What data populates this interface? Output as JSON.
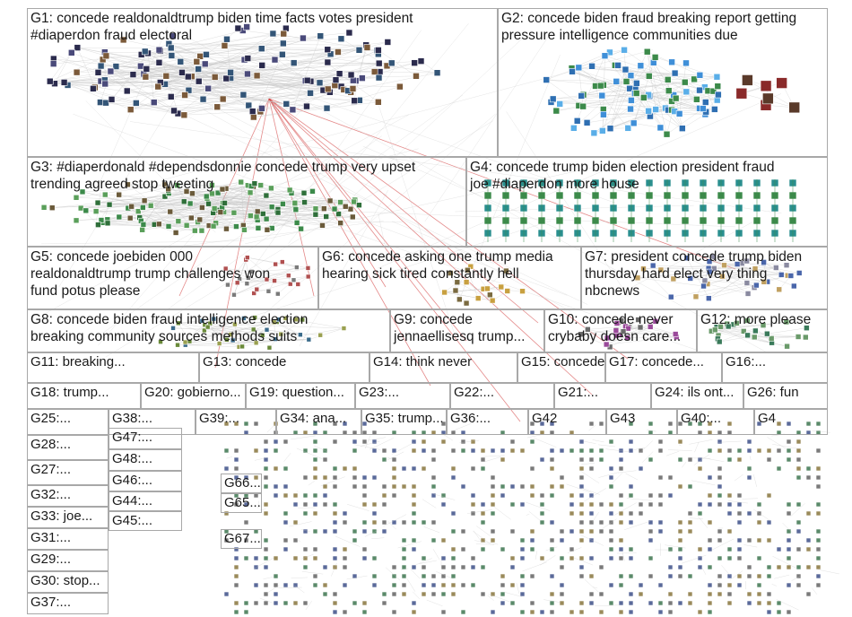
{
  "groups": [
    {
      "id": "G1",
      "lines": [
        "G1: concede realdonaldtrump biden time facts votes president",
        "#diaperdon fraud electoral"
      ]
    },
    {
      "id": "G2",
      "lines": [
        "G2: concede biden fraud breaking report getting",
        "pressure intelligence communities due"
      ]
    },
    {
      "id": "G3",
      "lines": [
        "G3: #diaperdonald #dependsdonnie concede trump very upset",
        "trending agreed stop tweeting"
      ]
    },
    {
      "id": "G4",
      "lines": [
        "G4: concede trump biden election president fraud",
        "joe #diaperdon more house"
      ]
    },
    {
      "id": "G5",
      "lines": [
        "G5: concede joebiden 000",
        "realdonaldtrump trump challenges won",
        "fund potus please"
      ]
    },
    {
      "id": "G6",
      "lines": [
        "G6: concede asking one trump media",
        "hearing sick tired constantly hell"
      ]
    },
    {
      "id": "G7",
      "lines": [
        "G7: president concede trump biden",
        "thursday hard elect very thing",
        "nbcnews"
      ]
    },
    {
      "id": "G8",
      "lines": [
        "G8: concede biden fraud intelligence election",
        "breaking community sources methods suits"
      ]
    },
    {
      "id": "G9",
      "lines": [
        "G9: concede",
        "jennaellisesq trump..."
      ]
    },
    {
      "id": "G10",
      "lines": [
        "G10: concede never",
        "crybaby doesn care..."
      ]
    },
    {
      "id": "G12",
      "lines": [
        "G12: more please"
      ]
    },
    {
      "id": "G11",
      "lines": [
        "G11: breaking..."
      ]
    },
    {
      "id": "G13",
      "lines": [
        "G13: concede"
      ]
    },
    {
      "id": "G14",
      "lines": [
        "G14: think never"
      ]
    },
    {
      "id": "G15",
      "lines": [
        "G15: concede..."
      ]
    },
    {
      "id": "G17",
      "lines": [
        "G17: concede..."
      ]
    },
    {
      "id": "G16",
      "lines": [
        "G16:..."
      ]
    },
    {
      "id": "G18",
      "lines": [
        "G18: trump..."
      ]
    },
    {
      "id": "G20",
      "lines": [
        "G20: gobierno..."
      ]
    },
    {
      "id": "G19",
      "lines": [
        "G19: question..."
      ]
    },
    {
      "id": "G23",
      "lines": [
        "G23:..."
      ]
    },
    {
      "id": "G22",
      "lines": [
        "G22:..."
      ]
    },
    {
      "id": "G21",
      "lines": [
        "G21:..."
      ]
    },
    {
      "id": "G24",
      "lines": [
        "G24: ils ont..."
      ]
    },
    {
      "id": "G26",
      "lines": [
        "G26: fun"
      ]
    },
    {
      "id": "G25",
      "lines": [
        "G25:..."
      ]
    },
    {
      "id": "G38",
      "lines": [
        "G38:..."
      ]
    },
    {
      "id": "G39",
      "lines": [
        "G39:..."
      ]
    },
    {
      "id": "G34",
      "lines": [
        "G34: ana..."
      ]
    },
    {
      "id": "G35",
      "lines": [
        "G35: trump..."
      ]
    },
    {
      "id": "G36",
      "lines": [
        "G36:..."
      ]
    },
    {
      "id": "G42",
      "lines": [
        "G42"
      ]
    },
    {
      "id": "G43",
      "lines": [
        "G43"
      ]
    },
    {
      "id": "G40",
      "lines": [
        "G40:..."
      ]
    },
    {
      "id": "G41",
      "lines": [
        "G4"
      ]
    },
    {
      "id": "G28",
      "lines": [
        "G28:..."
      ]
    },
    {
      "id": "G47",
      "lines": [
        "G47:..."
      ]
    },
    {
      "id": "G48",
      "lines": [
        "G48:..."
      ]
    },
    {
      "id": "G27",
      "lines": [
        "G27:..."
      ]
    },
    {
      "id": "G46",
      "lines": [
        "G46:..."
      ]
    },
    {
      "id": "G66",
      "lines": [
        "G66..."
      ]
    },
    {
      "id": "G44",
      "lines": [
        "G44:..."
      ]
    },
    {
      "id": "G65",
      "lines": [
        "G65..."
      ]
    },
    {
      "id": "G32",
      "lines": [
        "G32:..."
      ]
    },
    {
      "id": "G45",
      "lines": [
        "G45:..."
      ]
    },
    {
      "id": "G33",
      "lines": [
        "G33: joe..."
      ]
    },
    {
      "id": "G67",
      "lines": [
        "G67..."
      ]
    },
    {
      "id": "G31",
      "lines": [
        "G31:..."
      ]
    },
    {
      "id": "G29",
      "lines": [
        "G29:..."
      ]
    },
    {
      "id": "G30",
      "lines": [
        "G30: stop..."
      ]
    },
    {
      "id": "G37",
      "lines": [
        "G37:..."
      ]
    }
  ],
  "colors": {
    "group_border": "#a8a8a8",
    "edge_gray": "#c4c4c4",
    "edge_red": "#d23a3a",
    "node_dark": "#2b2b4d",
    "node_blue": "#3f8fd8",
    "node_green": "#3c8a4a",
    "node_teal": "#2a8f8f"
  }
}
